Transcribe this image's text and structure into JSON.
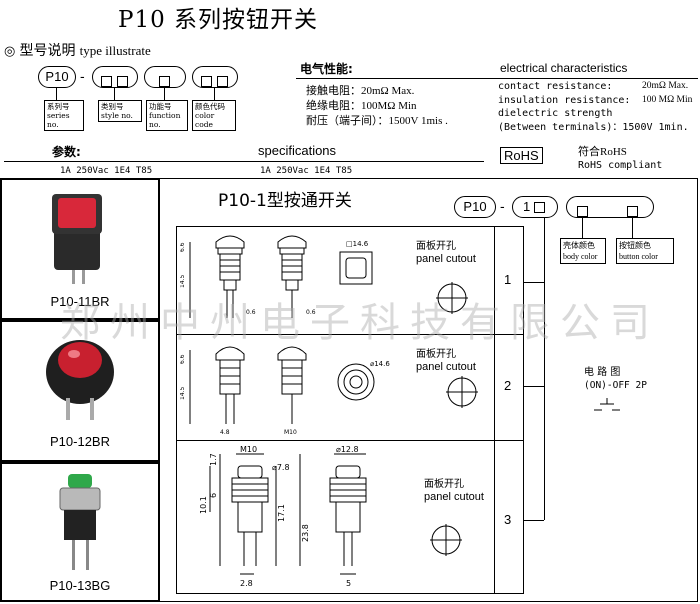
{
  "title": "P10 系列按钮开关",
  "type_section": {
    "bullet": "◎",
    "label_cn": "型号说明",
    "label_en": "type illustrate"
  },
  "code_top": {
    "prefix": "P10",
    "dash": "-"
  },
  "code_labels": [
    {
      "cn": "系列号",
      "en": "series no."
    },
    {
      "cn": "类别号",
      "en": "style no."
    },
    {
      "cn": "功能号",
      "en": "function no."
    },
    {
      "cn": "颜色代码",
      "en": "color code"
    }
  ],
  "electrical": {
    "header_cn": "电气性能:",
    "header_en": "electrical characteristics",
    "cn_lines": [
      "接触电阻：20mΩ Max.",
      "绝缘电阻：100MΩ Min",
      "耐压（端子间）：1500V 1mis ."
    ],
    "en_lines": [
      {
        "label": "contact resistance:",
        "value": "20mΩ Max."
      },
      {
        "label": "insulation resistance:",
        "value": "100 MΩ Min"
      },
      {
        "label": "dielectric strength",
        "value": ""
      },
      {
        "label": "(Between terminals)：1500V 1min.",
        "value": ""
      }
    ]
  },
  "specs": {
    "header_cn": "参数:",
    "header_en": "specifications",
    "value_left": "1A 250Vac 1E4 T85",
    "value_mid": "1A 250Vac 1E4 T85"
  },
  "rohs": {
    "badge": "RoHS",
    "cn": "符合RoHS",
    "en": "RoHS compliant"
  },
  "products": [
    {
      "model": "P10-11BR",
      "color": "#d8283a"
    },
    {
      "model": "P10-12BR",
      "color": "#c8202f"
    },
    {
      "model": "P10-13BG",
      "color": "#2fa84a"
    }
  ],
  "diagram": {
    "title": "P10-1型按通开关",
    "code_prefix": "P10",
    "code_dash": "-",
    "code_digit": "1",
    "shell_color_label": "壳体颜色",
    "shell_color_en": "body color",
    "button_color_label": "按钮颜色",
    "button_color_en": "button color",
    "panel_cn": "面板开孔",
    "panel_en": "panel cutout",
    "rows": [
      "1",
      "2",
      "3"
    ],
    "dims": {
      "row1_sq": "□14.6",
      "row2_dia": "⌀14.6",
      "row3_m10": "M10",
      "row3_d78": "⌀7.8",
      "row3_d128": "⌀12.8",
      "row3_h17": "1.7",
      "row3_h6": "6",
      "row3_h101": "10.1",
      "row3_h171": "17.1",
      "row3_h238": "23.8",
      "row3_w28": "2.8",
      "row3_w5": "5"
    },
    "circuit_label": "电 路 图",
    "circuit_value": "(ON)-OFF  2P"
  },
  "watermark": "郑州中州电子科技有限公司"
}
